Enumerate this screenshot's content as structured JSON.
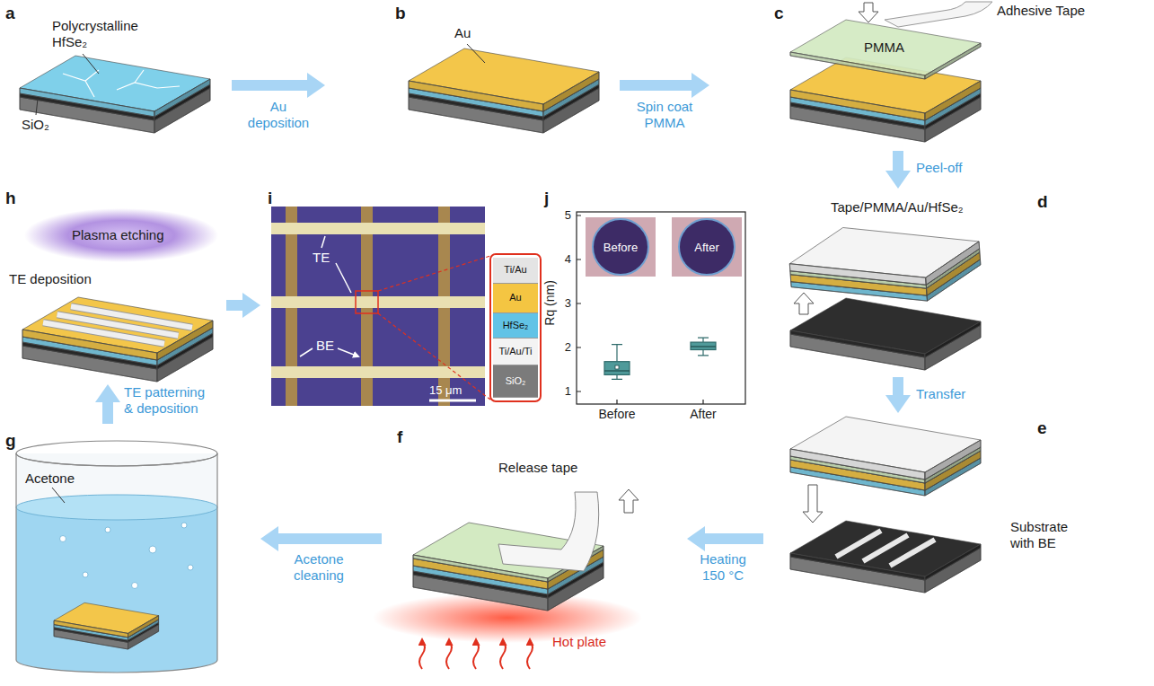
{
  "diagram": {
    "nodes": [
      {
        "text": [
          "a",
          "Polycrystalline HfSe₂",
          "SiO₂"
        ]
      },
      {
        "text": [
          "b",
          "Au"
        ]
      },
      {
        "text": [
          "c",
          "Adhesive Tape",
          "PMMA"
        ]
      },
      {
        "text": [
          "d",
          "Tape/PMMA/Au/HfSe₂"
        ]
      },
      {
        "text": [
          "e",
          "Substrate with BE"
        ]
      },
      {
        "text": [
          "f",
          "Release tape",
          "Hot plate"
        ]
      },
      {
        "text": [
          "g",
          "Acetone"
        ]
      },
      {
        "text": [
          "h",
          "Plasma etching",
          "TE deposition"
        ]
      },
      {
        "text": [
          "i",
          "TE",
          "BE",
          "15 μm"
        ]
      },
      {
        "text": [
          "Ti/Au"
        ],
        "in": 8
      },
      {
        "text": [
          "Au"
        ],
        "in": 8
      },
      {
        "text": [
          "HfSe₂"
        ],
        "in": 8
      },
      {
        "text": [
          "Ti/Au/Ti"
        ],
        "in": 8
      },
      {
        "text": [
          "SiO₂"
        ],
        "in": 8
      },
      {
        "text": [
          "j",
          "Rq (nm)",
          "5",
          "4",
          "3",
          "2",
          "1",
          "Before",
          "After",
          "Before",
          "After"
        ]
      }
    ],
    "edges": [
      {
        "from": 0,
        "to": 1,
        "arrow": "to",
        "label": "Au deposition"
      },
      {
        "from": 1,
        "to": 2,
        "arrow": "to",
        "label": "Spin coat PMMA"
      },
      {
        "from": 2,
        "to": 3,
        "arrow": "to",
        "label": "Peel-off"
      },
      {
        "from": 3,
        "to": 4,
        "arrow": "to",
        "label": "Transfer"
      },
      {
        "from": 4,
        "to": 5,
        "arrow": "to",
        "label": "Heating 150 °C"
      },
      {
        "from": 5,
        "to": 6,
        "arrow": "to",
        "label": "Acetone cleaning"
      },
      {
        "from": 6,
        "to": 7,
        "arrow": "to",
        "label": "TE patterning & deposition"
      },
      {
        "from": 7,
        "to": 8,
        "arrow": "to"
      }
    ]
  }
}
